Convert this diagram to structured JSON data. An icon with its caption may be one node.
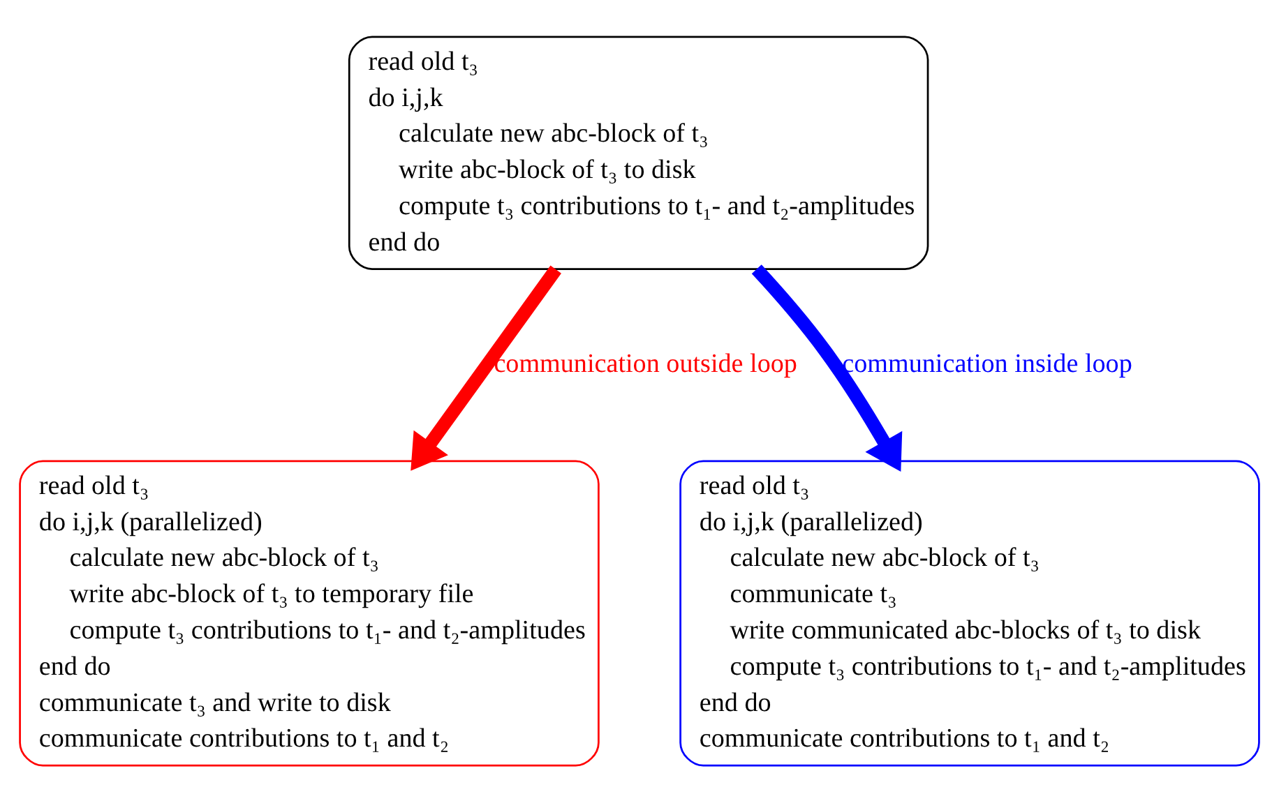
{
  "diagram": {
    "nodes": [
      {
        "text": [
          "read old t₃",
          "do i,j,k",
          "calculate new abc-block of t₃",
          "write abc-block of t₃ to disk",
          "compute t₃ contributions to t₁- and t₂-amplitudes",
          "end do"
        ]
      },
      {
        "text": [
          "read old t₃",
          "do i,j,k (parallelized)",
          "calculate new abc-block of t₃",
          "write abc-block of t₃ to temporary file",
          "compute t₃ contributions to t₁- and t₂-amplitudes",
          "end do",
          "communicate t₃ and write to disk",
          "communicate contributions to t₁ and t₂"
        ]
      },
      {
        "text": [
          "read old t₃",
          "do i,j,k (parallelized)",
          "calculate new abc-block of t₃",
          "communicate t₃",
          "write communicated abc-blocks of t₃ to disk",
          "compute t₃ contributions to t₁- and t₂-amplitudes",
          "end do",
          "communicate contributions to t₁ and t₂"
        ]
      }
    ],
    "edges": [
      {
        "from": 0,
        "to": 1,
        "arrow": "to",
        "label": "communication outside loop",
        "color": "#ff0000"
      },
      {
        "from": 0,
        "to": 2,
        "arrow": "to",
        "label": "communication inside loop",
        "color": "#0000ff"
      }
    ]
  }
}
